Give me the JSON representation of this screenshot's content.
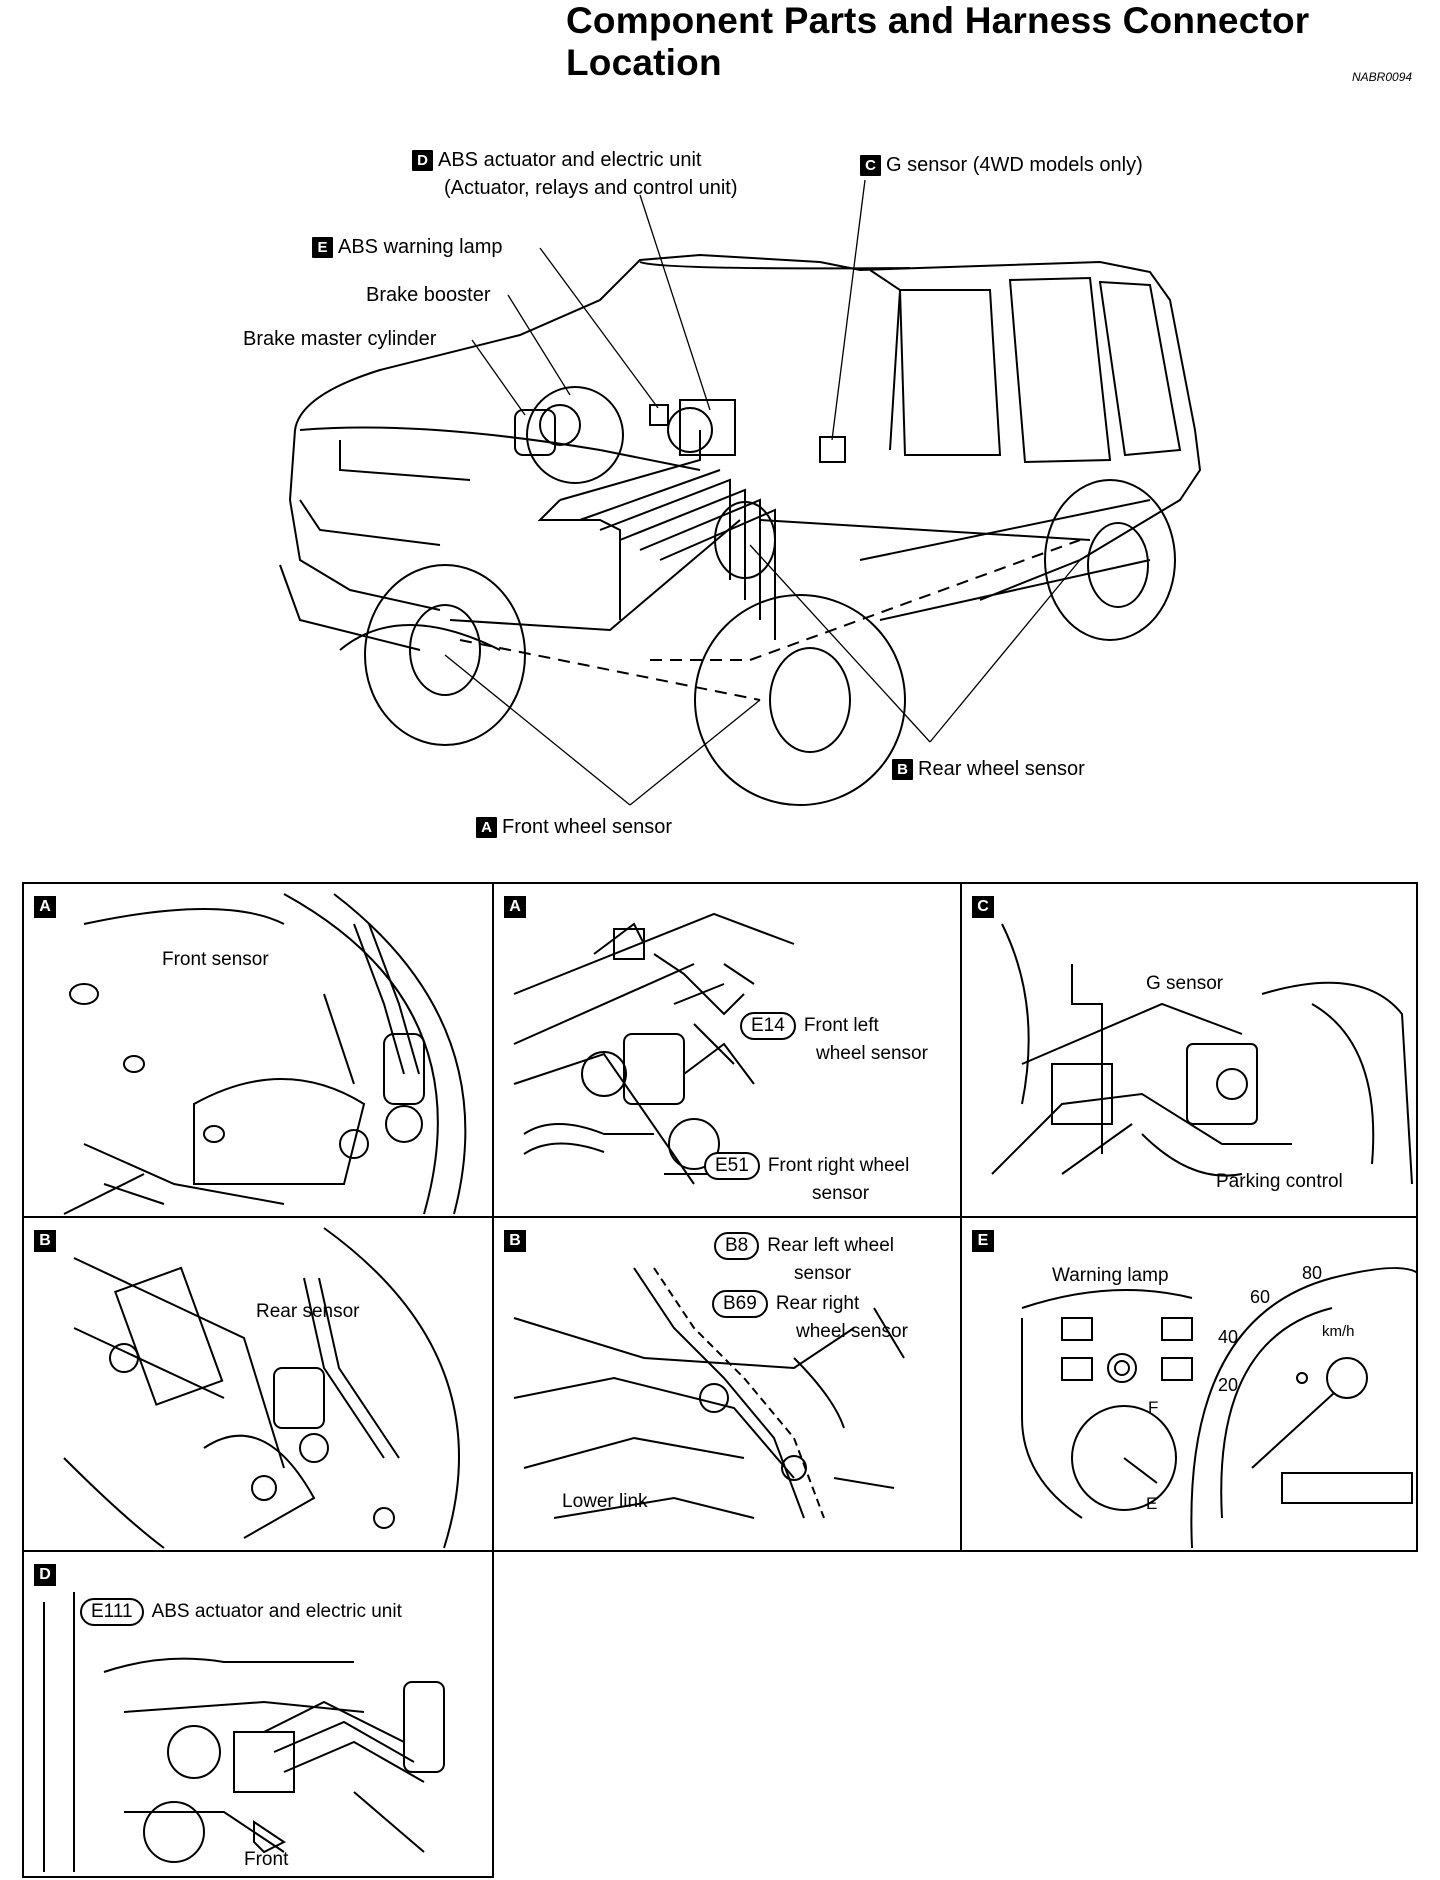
{
  "header": {
    "title_line1": "Component Parts and Harness Connector",
    "title_line2": "Location",
    "doc_code": "NABR0094"
  },
  "overview": {
    "labels": {
      "abs_actuator_key": "D",
      "abs_actuator_line1": "ABS actuator and electric unit",
      "abs_actuator_line2": "(Actuator, relays and control unit)",
      "g_sensor_key": "C",
      "g_sensor": "G sensor (4WD models only)",
      "abs_warning_key": "E",
      "abs_warning": "ABS warning lamp",
      "brake_booster": "Brake booster",
      "brake_master": "Brake master cylinder",
      "rear_wheel_key": "B",
      "rear_wheel": "Rear wheel sensor",
      "front_wheel_key": "A",
      "front_wheel": "Front wheel sensor"
    }
  },
  "panels": {
    "a1": {
      "key": "A",
      "front_sensor": "Front sensor"
    },
    "a2": {
      "key": "A",
      "e14": "E14",
      "e14_line1": "Front left",
      "e14_line2": "wheel sensor",
      "e51": "E51",
      "e51_line1": "Front right wheel",
      "e51_line2": "sensor"
    },
    "c": {
      "key": "C",
      "g_sensor": "G sensor",
      "parking": "Parking control"
    },
    "b1": {
      "key": "B",
      "rear_sensor": "Rear sensor"
    },
    "b2": {
      "key": "B",
      "b8": "B8",
      "b8_line1": "Rear left wheel",
      "b8_line2": "sensor",
      "b69": "B69",
      "b69_line1": "Rear right",
      "b69_line2": "wheel sensor",
      "lower_link": "Lower link"
    },
    "e": {
      "key": "E",
      "warning_lamp": "Warning lamp",
      "unit": "km/h",
      "ticks": [
        "80",
        "60",
        "40",
        "20"
      ],
      "fuel_f": "F",
      "fuel_e": "E"
    },
    "d": {
      "key": "D",
      "e111": "E111",
      "abs_unit": "ABS actuator and electric unit",
      "front": "Front"
    }
  }
}
